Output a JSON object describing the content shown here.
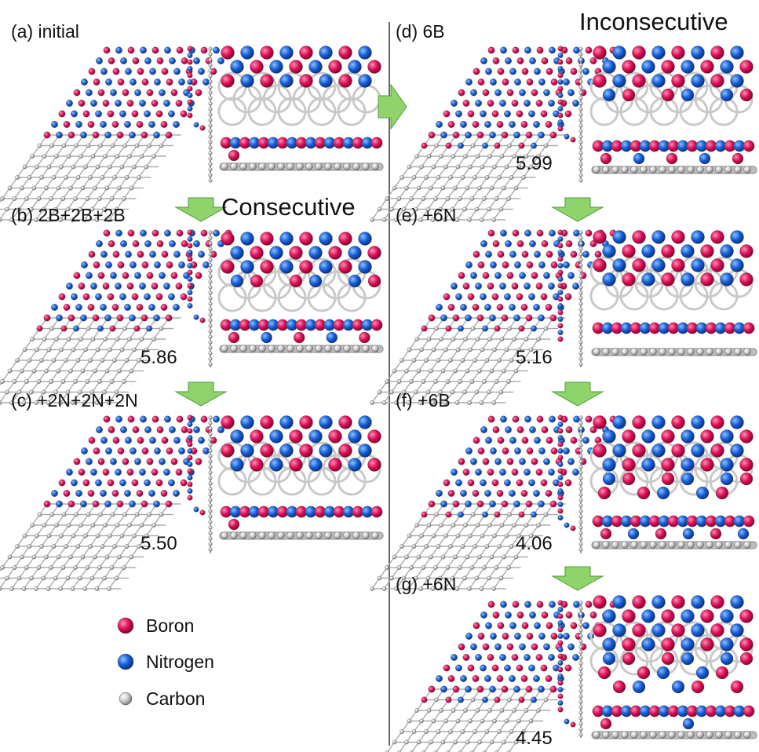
{
  "headings": {
    "consecutive": "Consecutive",
    "inconsecutive": "Inconsecutive"
  },
  "panels": [
    {
      "id": "a",
      "label": "(a) initial",
      "value": ""
    },
    {
      "id": "b",
      "label": "(b) 2B+2B+2B",
      "value": "5.86"
    },
    {
      "id": "c",
      "label": "(c) +2N+2N+2N",
      "value": "5.50"
    },
    {
      "id": "d",
      "label": "(d) 6B",
      "value": "5.99"
    },
    {
      "id": "e",
      "label": "(e) +6N",
      "value": "5.16"
    },
    {
      "id": "f",
      "label": "(f) +6B",
      "value": "4.06"
    },
    {
      "id": "g",
      "label": "(g) +6N",
      "value": "4.45"
    }
  ],
  "legend": [
    {
      "label": "Boron",
      "color": "#e0105a"
    },
    {
      "label": "Nitrogen",
      "color": "#1560dc"
    },
    {
      "label": "Carbon",
      "color": "#bdbdbd"
    }
  ],
  "colors": {
    "boron": "#e0105a",
    "nitrogen": "#1560dc",
    "carbon": "#bdbdbd",
    "arrow": "#8fd46a",
    "arrow_edge": "#4f9a3a"
  }
}
